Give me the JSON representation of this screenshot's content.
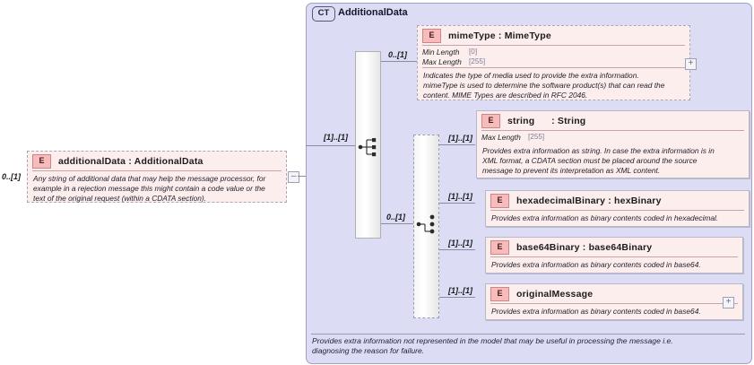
{
  "diagram": {
    "type": "xsd-schema-component-diagram",
    "root_element": {
      "badge": "E",
      "name": "additionalData : AdditionalData",
      "cardinality": "0..[1]",
      "documentation": "Any string of additional data that may help the message processor, for\nexample in a rejection message this might contain a code value or the\ntext of the original request (within a CDATA section)."
    },
    "complex_type": {
      "badge": "CT",
      "title": "AdditionalData",
      "documentation": "Provides extra information not represented in the model that may be useful in processing the message i.e.\ndiagnosing the reason for failure."
    },
    "compositors": [
      {
        "kind": "sequence",
        "name": "sequence-compositor",
        "in_cardinality": "[1]..[1]"
      },
      {
        "kind": "choice",
        "name": "choice-compositor",
        "in_cardinality": "0..[1]"
      }
    ],
    "elements": [
      {
        "badge": "E",
        "name": "mimeType : MimeType",
        "cardinality": "0..[1]",
        "facets": [
          {
            "label": "Min Length",
            "value": "[0]"
          },
          {
            "label": "Max Length",
            "value": "[255]"
          }
        ],
        "documentation": "Indicates the type of media used to provide the extra information.\nmimeType is used to determine the software product(s) that can read the\ncontent. MIME Types are described in RFC 2046.",
        "expander": "+"
      },
      {
        "badge": "E",
        "name": "string      : String",
        "cardinality": "[1]..[1]",
        "facets": [
          {
            "label": "Max Length",
            "value": "[255]"
          }
        ],
        "documentation": "Provides extra information as string. In case the extra information is in\nXML format, a CDATA section must be placed around the source\nmessage to prevent its interpretation as XML content.",
        "expander": ""
      },
      {
        "badge": "E",
        "name": "hexadecimalBinary : hexBinary",
        "cardinality": "[1]..[1]",
        "facets": [],
        "documentation": "Provides extra information as binary contents coded in hexadecimal.",
        "expander": ""
      },
      {
        "badge": "E",
        "name": "base64Binary : base64Binary",
        "cardinality": "[1]..[1]",
        "facets": [],
        "documentation": "Provides extra information as binary contents coded in base64.",
        "expander": ""
      },
      {
        "badge": "E",
        "name": "originalMessage",
        "cardinality": "[1]..[1]",
        "facets": [],
        "documentation": "Provides extra information as binary contents coded in base64.",
        "expander": "+"
      }
    ],
    "toggles": {
      "root_collapse": "–",
      "mimetype_expand": "+",
      "originalmessage_expand": "+"
    },
    "colors": {
      "element_fill": "#fdeeee",
      "badge_fill": "#f6bcbc",
      "badge_border": "#cf8585",
      "container_fill": "#dcdcf5",
      "container_border": "#a0a0c8",
      "line": "#8a8aa0"
    }
  }
}
